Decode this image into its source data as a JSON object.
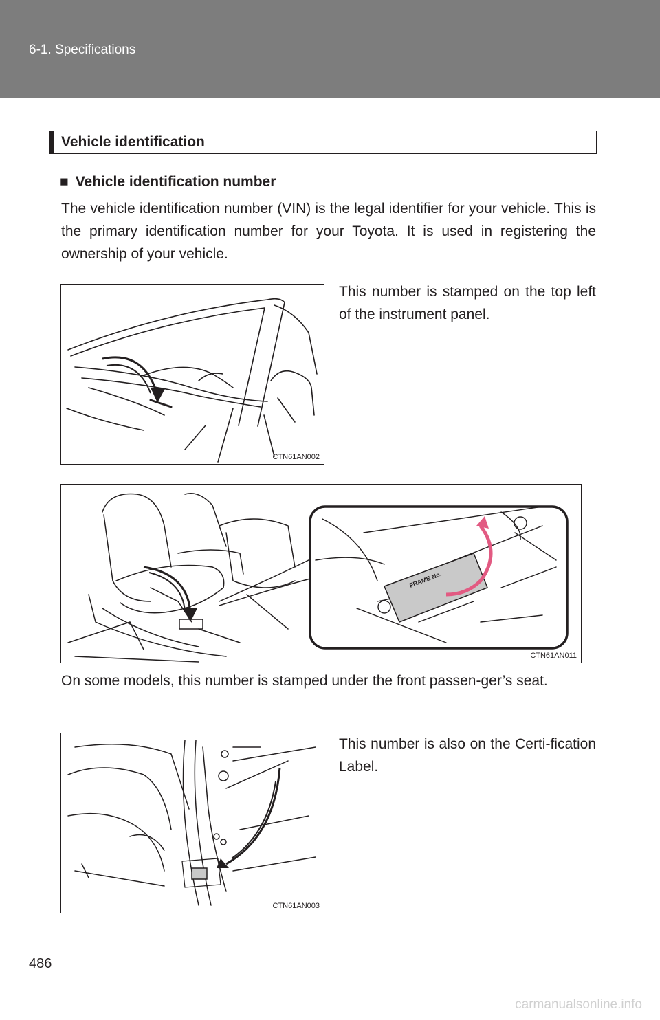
{
  "header": {
    "section": "6-1. Specifications"
  },
  "section": {
    "title": "Vehicle identification"
  },
  "subsection": {
    "bullet": "■",
    "title": "Vehicle identification number"
  },
  "paragraphs": {
    "intro": "The vehicle identification number (VIN) is the legal identifier for your vehicle. This is the primary identification number for your Toyota. It is used in registering the ownership of your vehicle.",
    "instrument_panel": "This number is stamped on the top left of the instrument panel.",
    "passenger_seat": "On some models, this number is stamped under the front passen-ger’s seat.",
    "certification": "This number is also on the Certi-fication Label."
  },
  "figures": {
    "fig1": {
      "code": "CTN61AN002"
    },
    "fig2": {
      "code": "CTN61AN011",
      "frame_label": "FRAME No."
    },
    "fig3": {
      "code": "CTN61AN003"
    }
  },
  "page_number": "486",
  "watermark": "carmanualsonline.info"
}
